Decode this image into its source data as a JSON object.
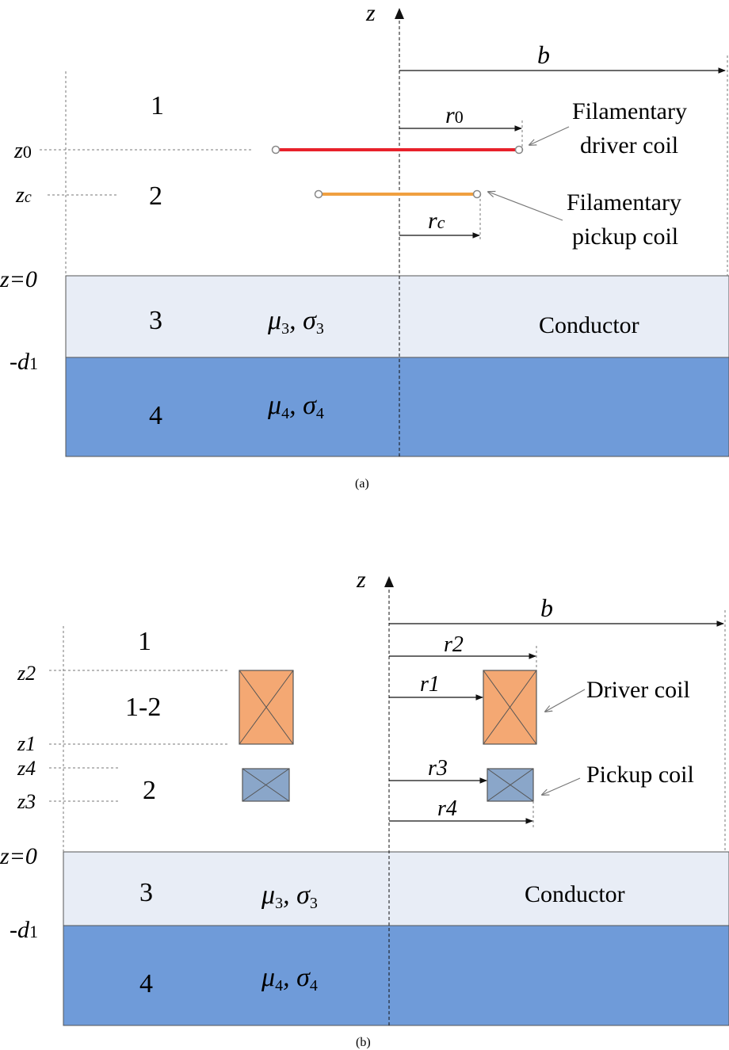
{
  "panel_a": {
    "axis_label": "z",
    "width_label": "b",
    "regions": [
      "1",
      "2",
      "3",
      "4"
    ],
    "z_labels": {
      "z0": "z",
      "z0_sub": "0",
      "zc": "z",
      "zc_sub": "c",
      "z_zero": "z=0",
      "d1": "-d",
      "d1_sub": "1"
    },
    "radius_labels": {
      "r0": "r",
      "r0_sub": "0",
      "rc": "r",
      "rc_sub": "c"
    },
    "material_3": {
      "mu": "μ",
      "mu_sub": "3",
      "sigma": "σ",
      "sigma_sub": "3"
    },
    "material_4": {
      "mu": "μ",
      "mu_sub": "4",
      "sigma": "σ",
      "sigma_sub": "4"
    },
    "conductor_label": "Conductor",
    "driver_label_1": "Filamentary",
    "driver_label_2": "driver coil",
    "pickup_label_1": "Filamentary",
    "pickup_label_2": "pickup coil",
    "caption": "(a)"
  },
  "panel_b": {
    "axis_label": "z",
    "width_label": "b",
    "regions": [
      "1",
      "1-2",
      "2",
      "3",
      "4"
    ],
    "z_labels": {
      "z2": "z2",
      "z1": "z1",
      "z4": "z4",
      "z3": "z3",
      "z_zero": "z=0",
      "d1": "-d",
      "d1_sub": "1"
    },
    "radius_labels": {
      "r2": "r2",
      "r1": "r1",
      "r3": "r3",
      "r4": "r4"
    },
    "material_3": {
      "mu": "μ",
      "mu_sub": "3",
      "sigma": "σ",
      "sigma_sub": "3"
    },
    "material_4": {
      "mu": "μ",
      "mu_sub": "4",
      "sigma": "σ",
      "sigma_sub": "4"
    },
    "conductor_label": "Conductor",
    "driver_label": "Driver coil",
    "pickup_label": "Pickup coil",
    "caption": "(b)"
  },
  "colors": {
    "conductor_light": "#e8edf6",
    "conductor_dark": "#6f9bd9",
    "driver_filament": "#e8212b",
    "pickup_filament": "#f0a040",
    "driver_coil": "#f4a873",
    "pickup_coil": "#8aa6c9"
  }
}
